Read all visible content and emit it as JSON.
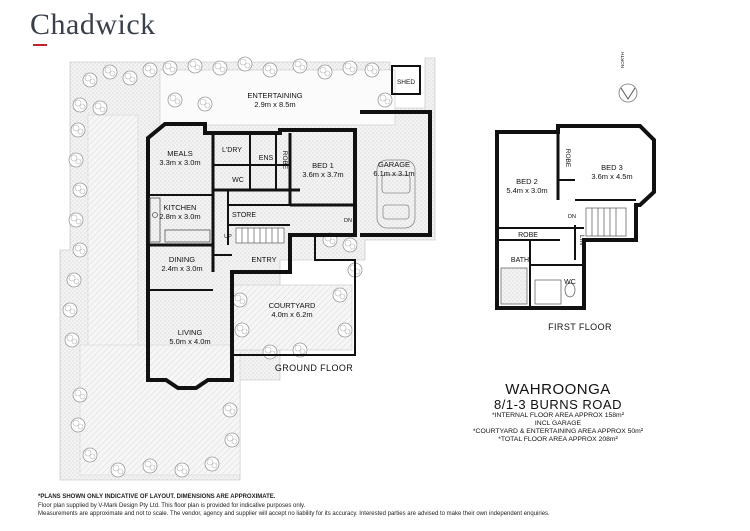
{
  "brand": {
    "name": "Chadwick",
    "accent_color": "#c8202d"
  },
  "floors": {
    "ground": {
      "label": "GROUND FLOOR",
      "rooms": {
        "entertaining": {
          "name": "ENTERTAINING",
          "dims": "2.9m x 8.5m"
        },
        "shed": {
          "name": "SHED"
        },
        "meals": {
          "name": "MEALS",
          "dims": "3.3m x 3.0m"
        },
        "ldry": {
          "name": "L'DRY"
        },
        "ens": {
          "name": "ENS"
        },
        "robe": {
          "name": "ROBE"
        },
        "bed1": {
          "name": "BED 1",
          "dims": "3.6m x 3.7m"
        },
        "garage": {
          "name": "GARAGE",
          "dims": "6.1m x 3.1m"
        },
        "wc": {
          "name": "WC"
        },
        "kitchen": {
          "name": "KITCHEN",
          "dims": "2.8m x 3.0m"
        },
        "store": {
          "name": "STORE"
        },
        "dining": {
          "name": "DINING",
          "dims": "2.4m x 3.0m"
        },
        "entry": {
          "name": "ENTRY"
        },
        "courtyard": {
          "name": "COURTYARD",
          "dims": "4.0m x 6.2m"
        },
        "living": {
          "name": "LIVING",
          "dims": "5.0m x 4.0m"
        }
      },
      "stair_dn": "DN",
      "stair_up": "UP"
    },
    "first": {
      "label": "FIRST FLOOR",
      "rooms": {
        "robe_top": {
          "name": "ROBE"
        },
        "bed2": {
          "name": "BED 2",
          "dims": "5.4m x 3.0m"
        },
        "bed3": {
          "name": "BED 3",
          "dims": "3.6m x 4.5m"
        },
        "robe": {
          "name": "ROBE"
        },
        "lin": {
          "name": "LIN"
        },
        "bath": {
          "name": "BATH"
        },
        "wc": {
          "name": "WC"
        }
      },
      "stair_dn": "DN"
    }
  },
  "compass": {
    "label": "NORTH"
  },
  "property": {
    "suburb": "WAHROONGA",
    "address": "8/1-3 BURNS ROAD",
    "notes": [
      "*INTERNAL FLOOR AREA APPROX 158m²",
      "INCL GARAGE",
      "*COURTYARD & ENTERTAINING AREA APPROX 50m²",
      "*TOTAL FLOOR AREA APPROX 208m²"
    ]
  },
  "footer": {
    "disclaimer": "*PLANS SHOWN ONLY INDICATIVE OF LAYOUT. DIMENSIONS ARE APPROXIMATE.",
    "line1": "Floor plan supplied by V-Mark Design Pty Ltd. This floor plan is provided for indicative purposes only.",
    "line2": "Measurements are approximate and not to scale. The vendor, agency and supplier will accept no liability for its accuracy. Interested parties are advised to make their own independent enquiries."
  }
}
